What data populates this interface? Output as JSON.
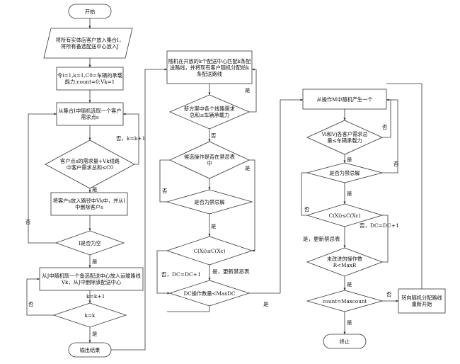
{
  "flow": {
    "start": "开始",
    "init_customers": "将所有实体店客户放入集合I，将所有备选配送中心放入J",
    "init_params": "令i=1,k=1,C0=车辆的承载能力;count=0;Vk=1",
    "select_customer": "从集合I中随机选取一个客户需求点s",
    "check_capacity": "客户点s的需求量+Vk线路中客户需求总和≤C0",
    "no_k_plus": "否，k=k+1",
    "add_customer": "将客户s放入路径中Vk中，并从I中删除客户s",
    "check_empty": "I是否为空",
    "pick_center": "从J中随机取一个备选配送中心放入运输路线Vk，从J中删除该配送中心",
    "k_increment": "k=k+1",
    "k_check": "k=k",
    "output": "输出结果",
    "build_routes": "随机在开放的k个配送中心匹配k条配送路线，并将现有客户随机分配给k条配送路线",
    "check_route_demand": "新方案中各个线路需求总和≤车辆承载力",
    "check_tabu": "候选操作是否在禁忌表中",
    "check_aspiration": "是否为禁忌解",
    "compare_cost": "C(Xi)≤C(Xc)",
    "no_dc_plus": "否，DC=DC+1",
    "yes_update_tabu": "是，更新禁忌表",
    "dc_check": "DC操作数量<MaxDC",
    "gen_neighbor": "从操作M中随机产生一个",
    "check_vehicle_load": "Vi和Vj各客户需求总量≤车辆承载力",
    "check_tabu_2": "是否为禁忌解",
    "compare_cost_2": "C(Xi)≤C(Xc)",
    "no_dc_plus_2": "否，DC=DC+1",
    "yes_update_tabu_2": "是，更新禁忌表",
    "improve_check": "未改进的操作数R<MaxR",
    "count_check": "count=Maxcount",
    "restart": "转向随机分配路线重新开始",
    "end": "终止"
  },
  "labels": {
    "yes": "是",
    "no": "否"
  }
}
